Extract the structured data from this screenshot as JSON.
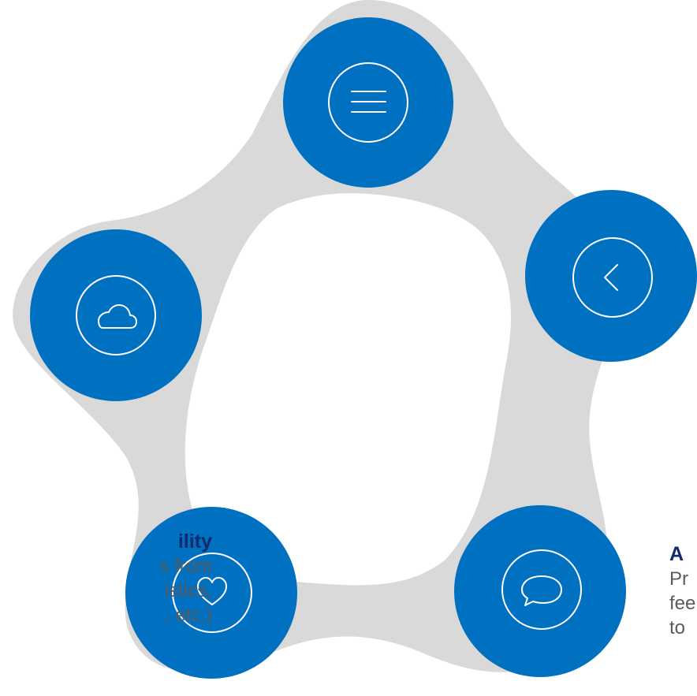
{
  "colors": {
    "node_fill": "#0070c0",
    "ring": "#d9d9d9",
    "icon_stroke": "#ffffff",
    "heading": "#12296b",
    "body_text": "#5b5b5b"
  },
  "nodes": [
    {
      "icon": "menu-icon"
    },
    {
      "icon": "chevron-left-icon"
    },
    {
      "icon": "speech-bubble-icon"
    },
    {
      "icon": "heart-icon"
    },
    {
      "icon": "cloud-icon"
    }
  ],
  "left_block": {
    "heading": "ility",
    "lines": [
      "s from",
      "istics,",
      ", etc.)"
    ]
  },
  "right_block": {
    "heading": "A",
    "lines": [
      "Pr",
      "fee",
      "to"
    ]
  }
}
